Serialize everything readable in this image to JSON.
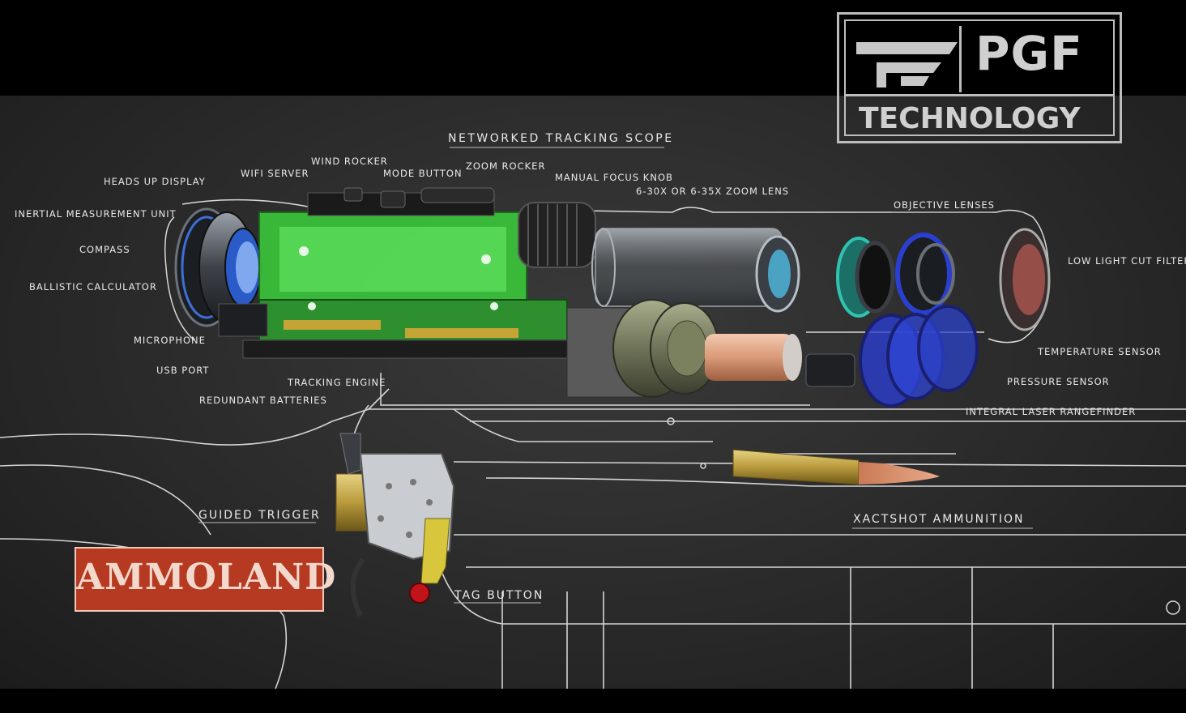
{
  "brand": {
    "name": "PGF",
    "tagline": "TECHNOLOGY"
  },
  "watermark": "AMMOLAND",
  "title": "Networked Tracking Scope",
  "labels": {
    "heads_up_display": "Heads Up Display",
    "wifi_server": "WiFi Server",
    "wind_rocker": "Wind Rocker",
    "mode_button": "Mode Button",
    "zoom_rocker": "Zoom Rocker",
    "manual_focus_knob": "Manual Focus Knob",
    "zoom_lens": "6-30x or 6-35x Zoom Lens",
    "imu": "Inertial Measurement Unit",
    "compass": "Compass",
    "ballistic_calculator": "Ballistic Calculator",
    "microphone": "Microphone",
    "usb_port": "USB Port",
    "tracking_engine": "Tracking Engine",
    "redundant_batteries": "Redundant Batteries",
    "objective_lenses": "Objective Lenses",
    "low_light_cut_filter": "Low Light Cut Filter",
    "temperature_sensor": "Temperature Sensor",
    "pressure_sensor": "Pressure Sensor",
    "laser_rangefinder": "Integral Laser Rangefinder",
    "guided_trigger": "Guided Trigger",
    "xactshot_ammunition": "XactShot Ammunition",
    "tag_button": "Tag Button"
  },
  "colors": {
    "background": "#000000",
    "board": "#2e2e2e",
    "circuit_green": "#3cd63c",
    "lens_blue": "#2a3fd0",
    "lens_teal": "#1f9a8e",
    "olive_knob": "#6e7358",
    "battery_copper": "#d99a78",
    "filter_red": "#b45a52",
    "trigger_gold": "#c99a2a",
    "tag_red": "#c0141a",
    "watermark_red": "#b63a22"
  }
}
